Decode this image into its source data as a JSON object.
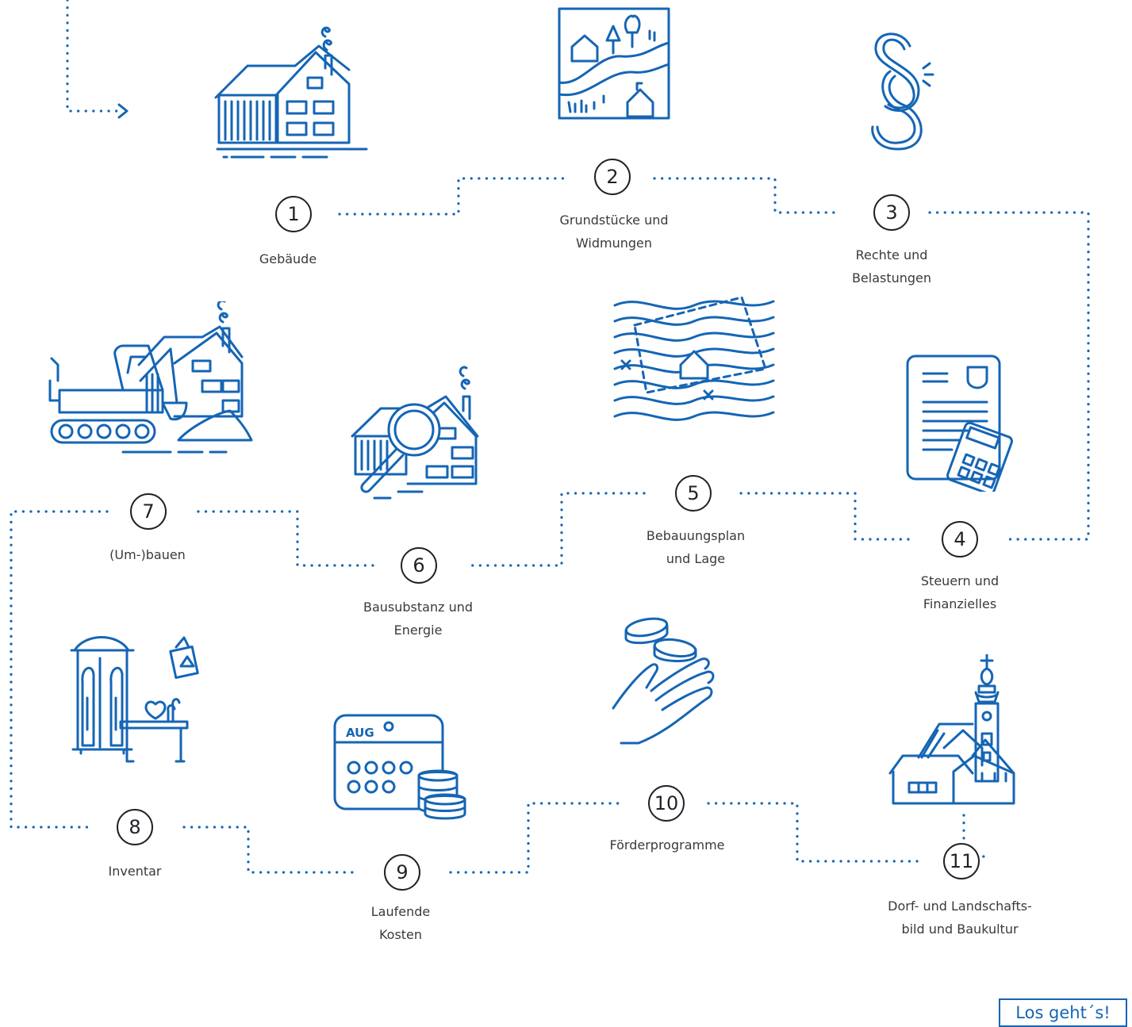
{
  "colors": {
    "accent": "#1565b5",
    "text": "#3a3a3a",
    "circle": "#1f2328"
  },
  "steps": [
    {
      "num": "1",
      "line1": "Gebäude",
      "line2": "",
      "icon": "farmhouse-icon"
    },
    {
      "num": "2",
      "line1": "Grundstücke und",
      "line2": "Widmungen",
      "icon": "landscape-map-icon"
    },
    {
      "num": "3",
      "line1": "Rechte und",
      "line2": "Belastungen",
      "icon": "paragraph-icon"
    },
    {
      "num": "4",
      "line1": "Steuern und",
      "line2": "Finanzielles",
      "icon": "document-calculator-icon"
    },
    {
      "num": "5",
      "line1": "Bebauungsplan",
      "line2": "und Lage",
      "icon": "site-plan-icon"
    },
    {
      "num": "6",
      "line1": "Bausubstanz und",
      "line2": "Energie",
      "icon": "house-magnifier-icon"
    },
    {
      "num": "7",
      "line1": "(Um-)bauen",
      "line2": "",
      "icon": "excavator-house-icon"
    },
    {
      "num": "8",
      "line1": "Inventar",
      "line2": "",
      "icon": "furniture-icon"
    },
    {
      "num": "9",
      "line1": "Laufende",
      "line2": "Kosten",
      "icon": "calendar-coins-icon"
    },
    {
      "num": "10",
      "line1": "Förderprogramme",
      "line2": "",
      "icon": "hand-coins-icon"
    },
    {
      "num": "11",
      "line1": "Dorf- und Landschafts-",
      "line2": "bild und Baukultur",
      "icon": "village-church-icon"
    }
  ],
  "calendar": {
    "month": "AUG"
  },
  "cta": {
    "label": "Los geht´s!"
  }
}
